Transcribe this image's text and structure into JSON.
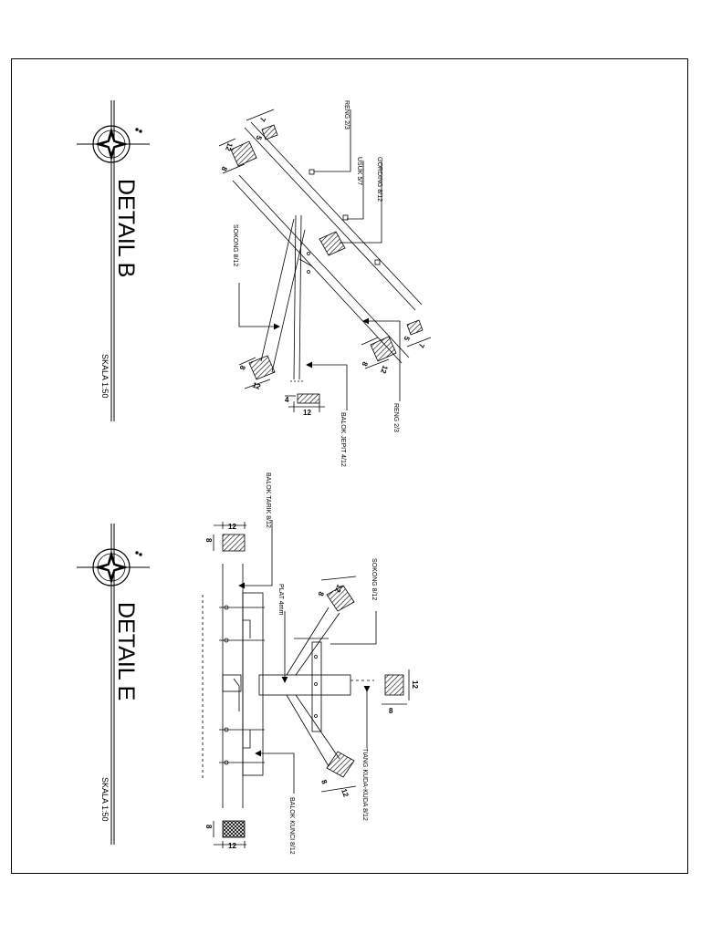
{
  "detail_b": {
    "title": "DETAIL B",
    "scale": "SKALA 1:50",
    "labels": {
      "reng_top": "RENG 2/3",
      "usuk": "USUK 5/7",
      "gording": "GORDING 8/12",
      "sokong": "SOKONG 8/12",
      "balok_jepit": "BALOK JEPIT 4/12",
      "reng_bottom": "RENG 2/3"
    },
    "dims": {
      "d12": "12",
      "d8": "8",
      "d7": "7",
      "d5": "5",
      "d4": "4"
    }
  },
  "detail_e": {
    "title": "DETAIL E",
    "scale": "SKALA 1:50",
    "labels": {
      "balok_tarik": "BALOK TARIK 8/12",
      "plat": "PLAT 4mm",
      "sokong": "SOKONG 8/12",
      "tiang": "TIANG KUDA-KUDA 8/12",
      "balok_kunci": "BALOK KUNCI 8/12"
    },
    "dims": {
      "d12": "12",
      "d8": "8"
    }
  }
}
